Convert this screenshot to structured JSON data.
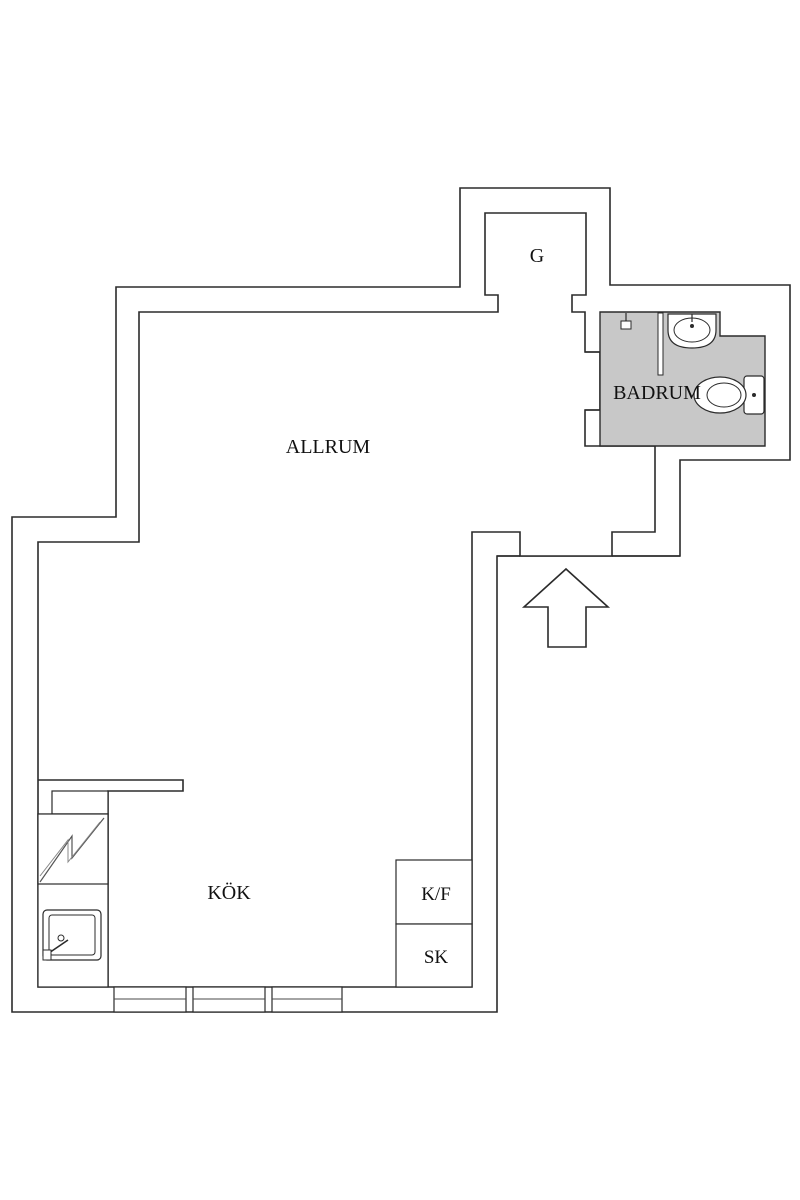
{
  "colors": {
    "wall": "#2b2b2b",
    "bathroom_fill": "#c8c8c8",
    "background": "#ffffff"
  },
  "rooms": {
    "living": "ALLRUM",
    "kitchen": "KÖK",
    "hall": "G",
    "bathroom": "BADRUM"
  },
  "fixtures": {
    "fridge_freezer": "K/F",
    "cabinet": "SK"
  },
  "icons": [
    "entrance-arrow-icon",
    "stove-icon",
    "sink-icon",
    "washbasin-icon",
    "toilet-icon",
    "shower-icon"
  ]
}
